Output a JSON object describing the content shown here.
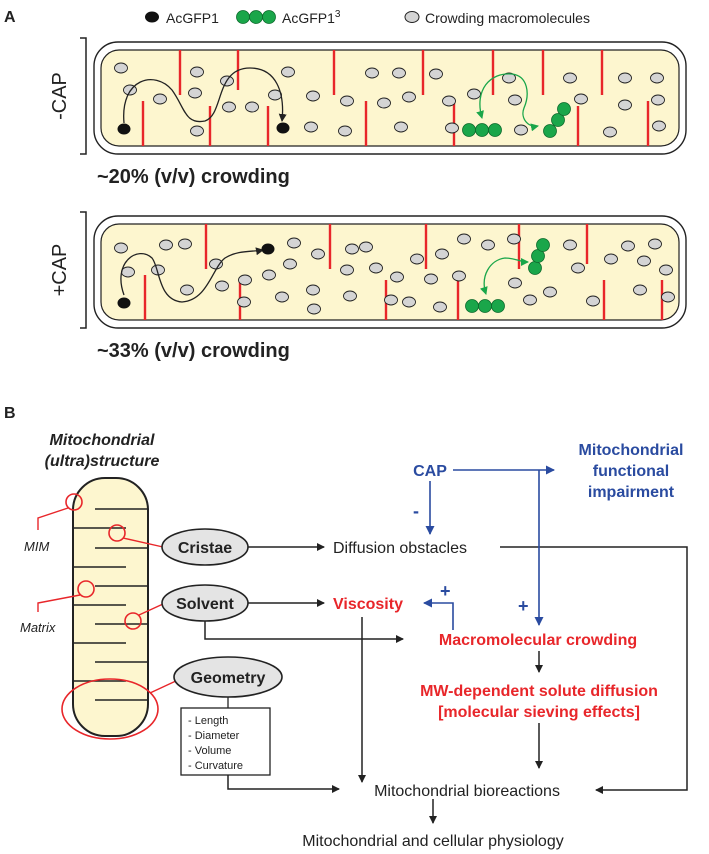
{
  "panel_a": {
    "label": "A",
    "legend": {
      "acgfp1": "AcGFP1",
      "acgfp1_3": "AcGFP1",
      "acgfp1_3_sup": "3",
      "crowding": "Crowding macromolecules"
    },
    "top": {
      "condition": "-CAP",
      "caption": "~20% (v/v) crowding"
    },
    "bottom": {
      "condition": "+CAP",
      "caption": "~33% (v/v) crowding"
    }
  },
  "panel_b": {
    "label": "B",
    "title_line1": "Mitochondrial",
    "title_line2": "(ultra)structure",
    "mim_label": "MIM",
    "matrix_label": "Matrix",
    "cristae": "Cristae",
    "solvent": "Solvent",
    "geometry": "Geometry",
    "geometry_items": [
      "- Length",
      "- Diameter",
      "- Volume",
      "- Curvature"
    ],
    "diffusion_obstacles": "Diffusion obstacles",
    "viscosity": "Viscosity",
    "macromolecular_crowding": "Macromolecular crowding",
    "mw_line1": "MW-dependent solute diffusion",
    "mw_line2": "[molecular sieving effects]",
    "cap": "CAP",
    "minus": "-",
    "plus_viscosity": "+",
    "plus_crowding": "+",
    "impairment_line1": "Mitochondrial",
    "impairment_line2": "functional",
    "impairment_line3": "impairment",
    "bioreactions": "Mitochondrial bioreactions",
    "physiology": "Mitochondrial and cellular physiology"
  },
  "colors": {
    "tube_fill": "#fdf6cf",
    "crista": "#e8262a",
    "gfp": "#1aa64a",
    "gray": "#d4d4d4",
    "red_text": "#e8262a",
    "blue": "#2a4ba0"
  }
}
